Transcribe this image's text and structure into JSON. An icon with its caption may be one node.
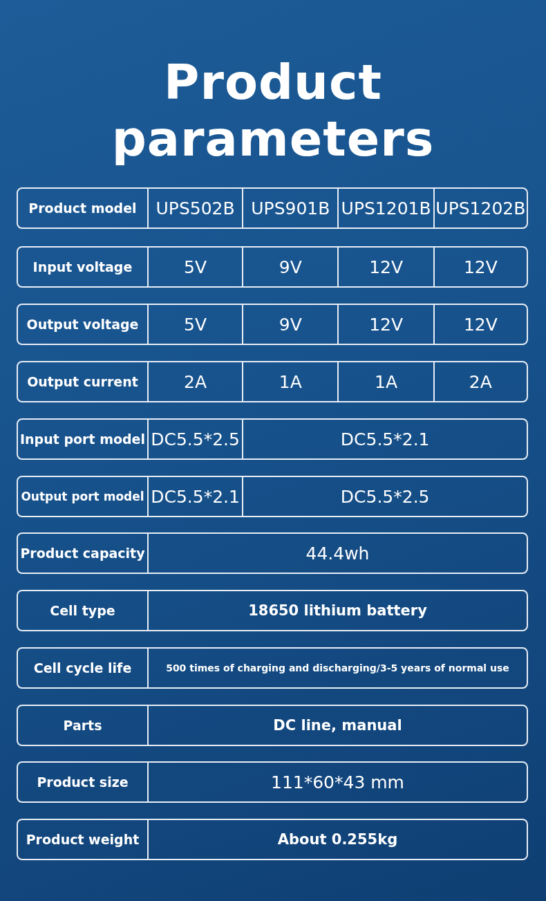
{
  "diagram": {
    "title": "Product parameters",
    "labels": [
      "Product model",
      "UPS502B",
      "UPS901B",
      "UPS1201B",
      "UPS1202B",
      "Input voltage",
      "5V",
      "9V",
      "12V",
      "12V",
      "Output voltage",
      "5V",
      "9V",
      "12V",
      "12V",
      "Output current",
      "2A",
      "1A",
      "1A",
      "2A",
      "Input port model",
      "DC5.5*2.5",
      "DC5.5*2.1",
      "Output port model",
      "DC5.5*2.1",
      "DC5.5*2.5",
      "Product capacity",
      "44.4wh",
      "Cell type",
      "18650 lithium battery",
      "Cell cycle life",
      "500 times of charging and discharging/3-5 years of normal use",
      "Parts",
      "DC line, manual",
      "Product size",
      "111*60*43 mm",
      "Product weight",
      "About 0.255kg"
    ]
  }
}
